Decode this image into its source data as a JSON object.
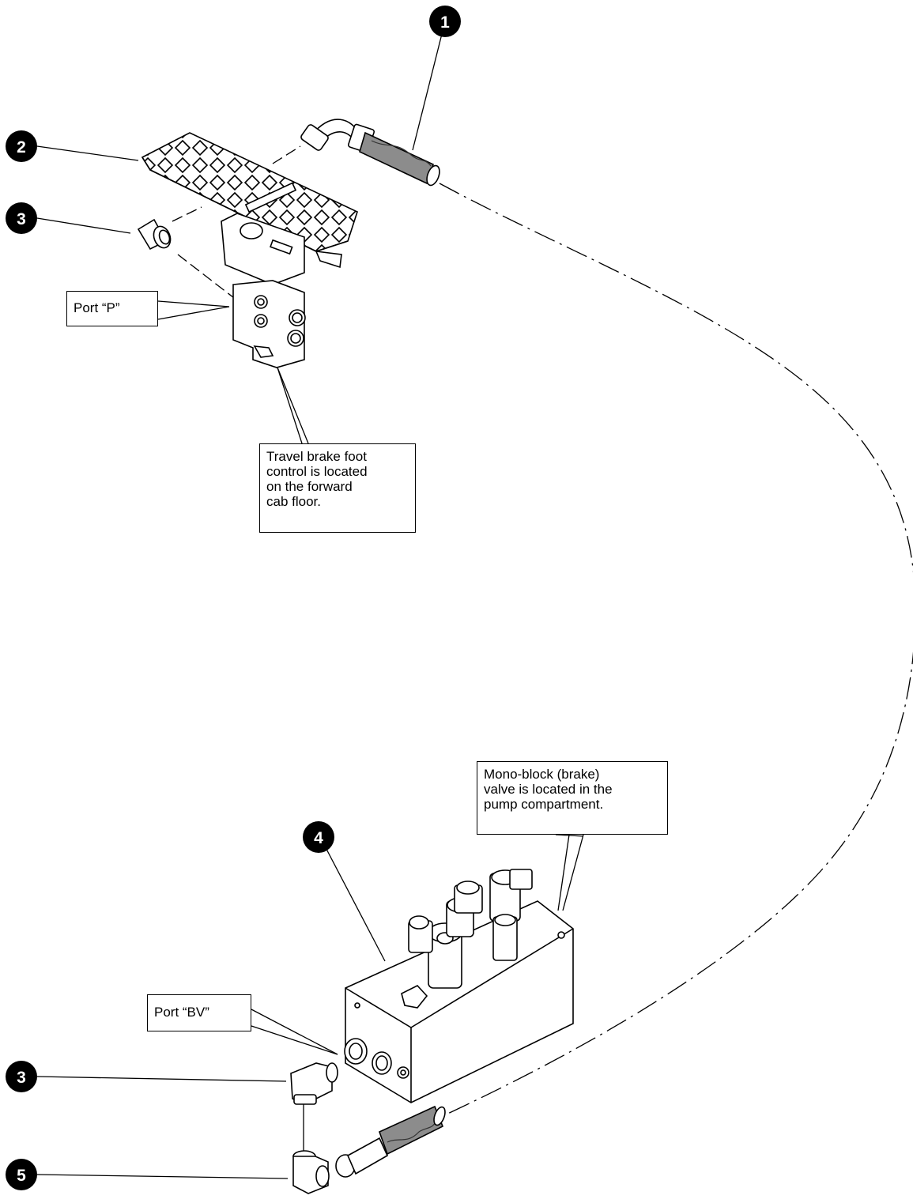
{
  "callouts": {
    "c1": "1",
    "c2": "2",
    "c3_top": "3",
    "c4": "4",
    "c3_bottom": "3",
    "c5": "5"
  },
  "labels": {
    "port_p": "Port “P”",
    "port_bv": "Port “BV”",
    "foot_control_note": [
      "Travel brake foot",
      "control is located",
      "on the forward",
      "cab floor."
    ],
    "monoblock_note": [
      "Mono-block (brake)",
      "valve is located in the",
      "pump compartment."
    ]
  }
}
